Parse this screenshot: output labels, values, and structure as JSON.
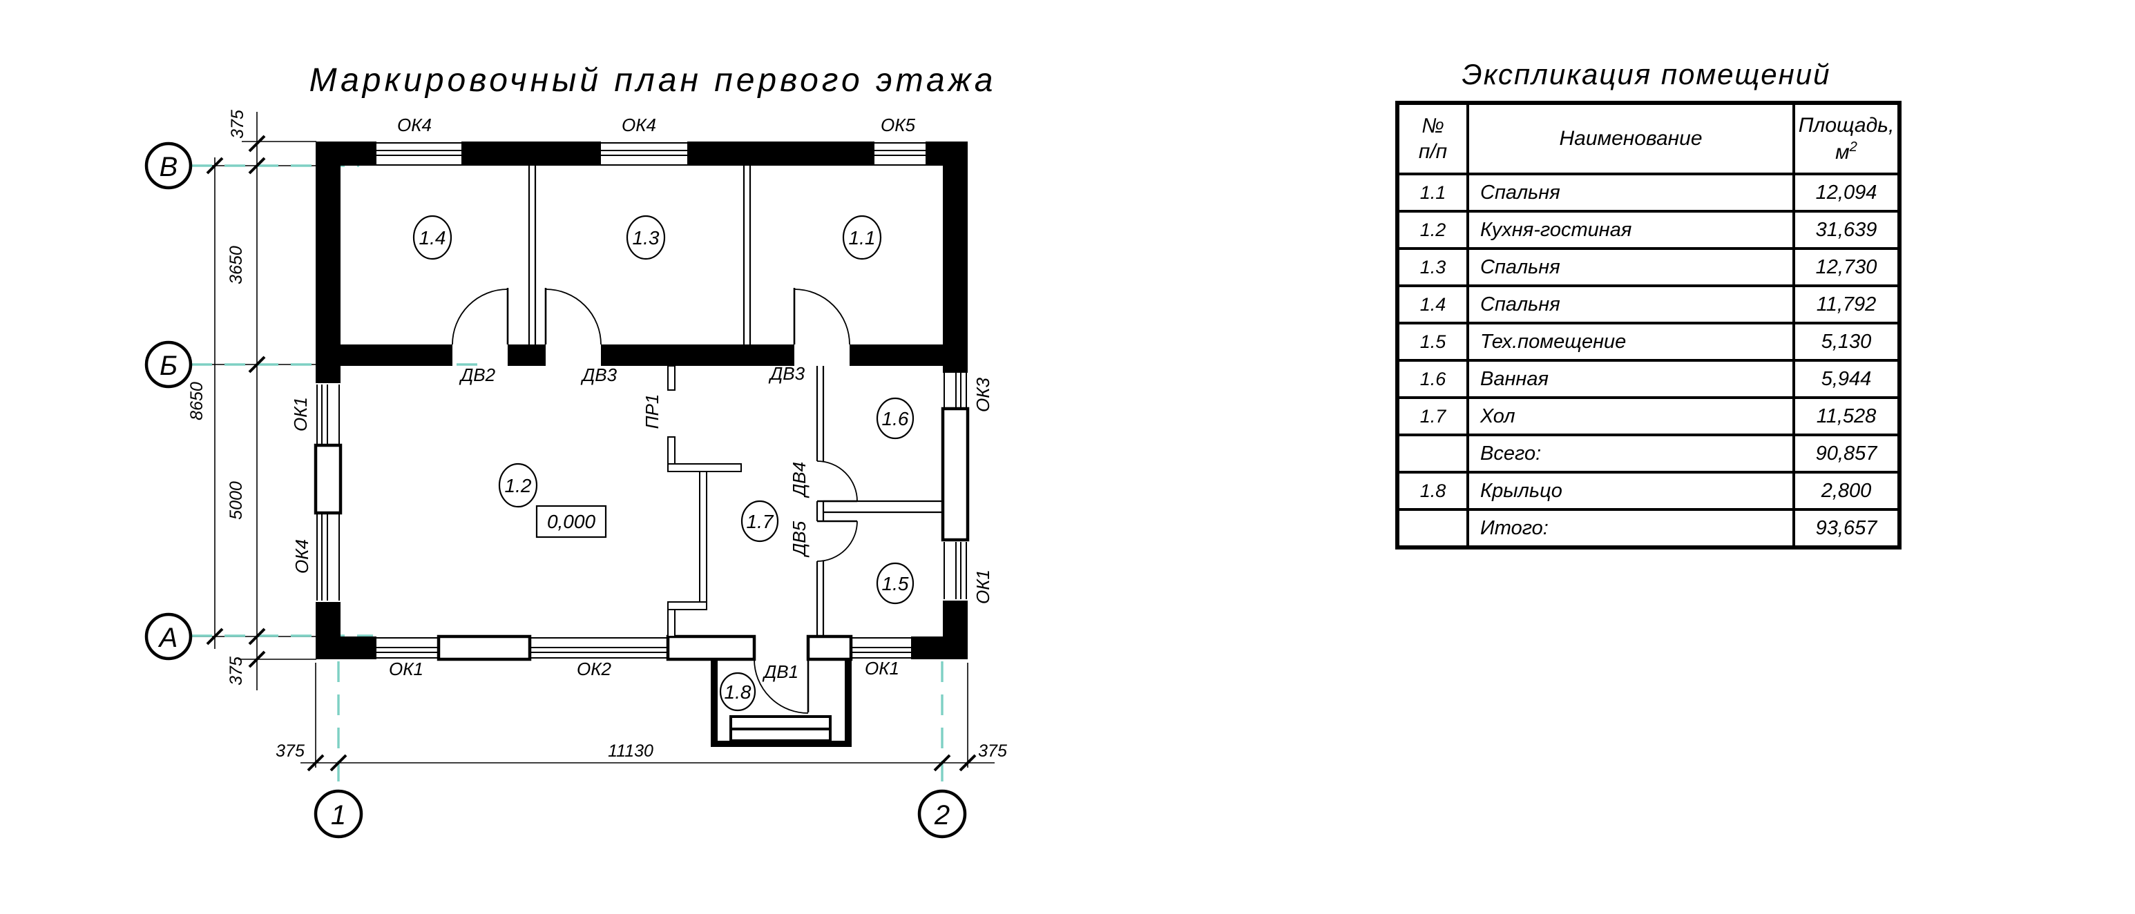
{
  "page": {
    "background": "#ffffff",
    "accent_teal": "#7ed0c4",
    "ink": "#000000"
  },
  "plan": {
    "title": "Маркировочный план первого этажа",
    "grid_axes": {
      "row_top": "В",
      "row_mid": "Б",
      "row_bottom": "А",
      "col_left": "1",
      "col_right": "2"
    },
    "dimensions": {
      "offset_top": "375",
      "span_upper": "3650",
      "span_lower": "5000",
      "span_total": "8650",
      "offset_bottom": "375",
      "bottom_left_offset": "375",
      "bottom_span": "11130",
      "bottom_right_offset": "375"
    },
    "rooms": {
      "r11": "1.1",
      "r12": "1.2",
      "r13": "1.3",
      "r14": "1.4",
      "r15": "1.5",
      "r16": "1.6",
      "r17": "1.7",
      "r18": "1.8"
    },
    "level_mark": "0,000",
    "windows": {
      "top_left": "ОК4",
      "top_middle": "ОК4",
      "top_right": "ОК5",
      "left_upper": "ОК1",
      "left_lower": "ОК4",
      "right_upper": "ОК3",
      "right_lower": "ОК1",
      "bottom_left": "ОК1",
      "bottom_middle": "ОК2",
      "bottom_right": "ОК1"
    },
    "doors": {
      "entry": "ДВ1",
      "bedroom_14": "ДВ2",
      "bedroom_13": "ДВ3",
      "bedroom_11": "ДВ3",
      "bathroom": "ДВ4",
      "tech_room": "ДВ5",
      "kitchen_opening": "ПР1"
    }
  },
  "explication": {
    "title": "Экспликация помещений",
    "headers": {
      "num_line1": "№",
      "num_line2": "п/п",
      "name": "Наименование",
      "area_line1": "Площадь,",
      "area_unit": "м",
      "area_sup": "2"
    },
    "rows": [
      {
        "num": "1.1",
        "name": "Спальня",
        "area": "12,094"
      },
      {
        "num": "1.2",
        "name": "Кухня-гостиная",
        "area": "31,639"
      },
      {
        "num": "1.3",
        "name": "Спальня",
        "area": "12,730"
      },
      {
        "num": "1.4",
        "name": "Спальня",
        "area": "11,792"
      },
      {
        "num": "1.5",
        "name": "Тех.помещение",
        "area": "5,130"
      },
      {
        "num": "1.6",
        "name": "Ванная",
        "area": "5,944"
      },
      {
        "num": "1.7",
        "name": "Хол",
        "area": "11,528"
      },
      {
        "num": "",
        "name": "Всего:",
        "area": "90,857"
      },
      {
        "num": "1.8",
        "name": "Крыльцо",
        "area": "2,800"
      },
      {
        "num": "",
        "name": "Итого:",
        "area": "93,657"
      }
    ]
  }
}
